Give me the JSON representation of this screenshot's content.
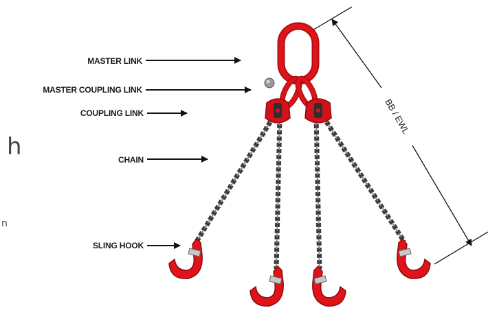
{
  "labels": {
    "master_link": "MASTER LINK",
    "master_coupling_link": "MASTER COUPLING LINK",
    "coupling_link": "COUPLING LINK",
    "chain": "CHAIN",
    "sling_hook": "SLING HOOK"
  },
  "dimension_label": "BB / EWL",
  "edge_fragments": {
    "large": "h",
    "small": "n"
  },
  "colors": {
    "hardware_red": "#e0131b",
    "hardware_dark_red": "#b10d12",
    "chain_gray": "#3a3a3a",
    "label_text": "#1a1a1a",
    "arrow": "#111111"
  }
}
